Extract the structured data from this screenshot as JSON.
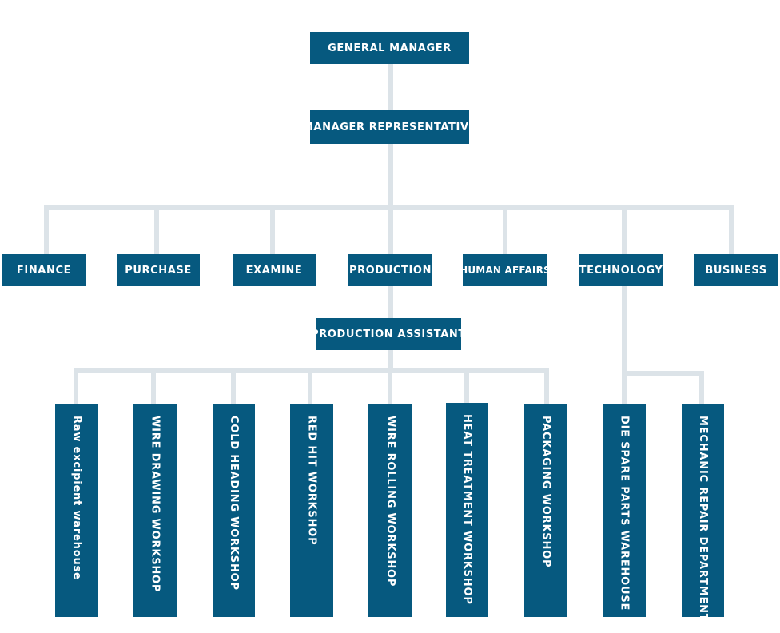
{
  "colors": {
    "box": "#06597f",
    "connector": "#dce3e8",
    "text": "#ffffff"
  },
  "top": {
    "general_manager": "GENERAL MANAGER",
    "manager_representative": "MANAGER REPRESENTATIVE"
  },
  "departments": [
    {
      "id": "finance",
      "label": "FINANCE"
    },
    {
      "id": "purchase",
      "label": "PURCHASE"
    },
    {
      "id": "examine",
      "label": "EXAMINE"
    },
    {
      "id": "production",
      "label": "PRODUCTION"
    },
    {
      "id": "human-affairs",
      "label": "HUMAN AFFAIRS"
    },
    {
      "id": "technology",
      "label": "TECHNOLOGY"
    },
    {
      "id": "business",
      "label": "BUSINESS"
    }
  ],
  "production_assistant": "PRODUCTION ASSISTANT",
  "production_units": [
    {
      "id": "raw-excipient-warehouse",
      "label": "Raw excipient warehouse"
    },
    {
      "id": "wire-drawing-workshop",
      "label": "WIRE DRAWING WORKSHOP"
    },
    {
      "id": "cold-heading-workshop",
      "label": "COLD HEADING WORKSHOP"
    },
    {
      "id": "red-hit-workshop",
      "label": "RED HIT WORKSHOP"
    },
    {
      "id": "wire-rolling-workshop",
      "label": "WIRE ROLLING WORKSHOP"
    },
    {
      "id": "heat-treatment-workshop",
      "label": "HEAT TREATMENT WORKSHOP"
    },
    {
      "id": "packaging-workshop",
      "label": "PACKAGING WORKSHOP"
    }
  ],
  "technology_units": [
    {
      "id": "die-spare-parts-warehouse",
      "label": "DIE SPARE PARTS WAREHOUSE"
    },
    {
      "id": "mechanic-repair-department",
      "label": "MECHANIC REPAIR DEPARTMENT"
    }
  ]
}
